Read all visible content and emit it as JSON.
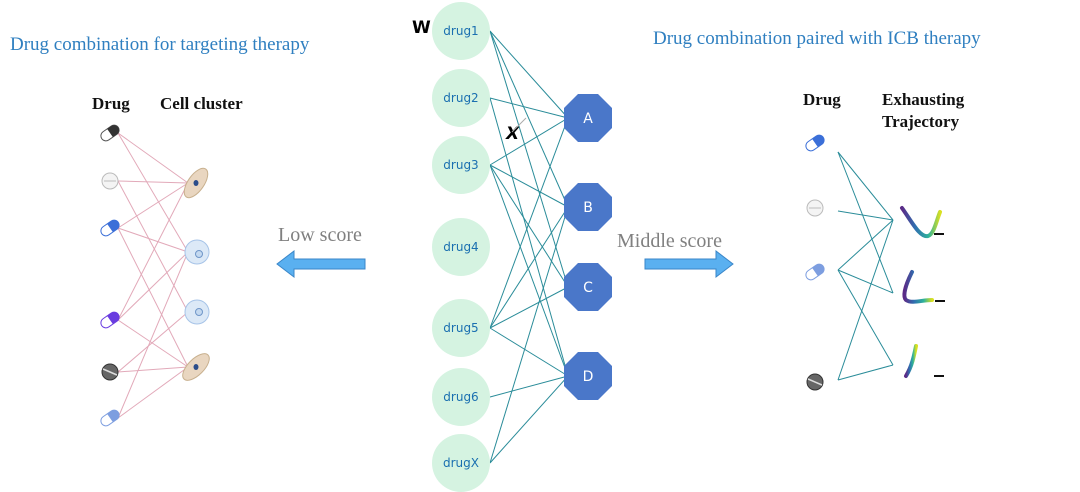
{
  "left_panel": {
    "title": "Drug combination for targeting therapy",
    "col_drug": "Drug",
    "col_cluster": "Cell cluster"
  },
  "right_panel": {
    "title": "Drug combination paired with ICB therapy",
    "col_drug": "Drug",
    "col_trajectory_line1": "Exhausting",
    "col_trajectory_line2": "Trajectory"
  },
  "center": {
    "w_label": "W",
    "x_label": "X",
    "drugs": [
      "drug1",
      "drug2",
      "drug3",
      "drug4",
      "drug5",
      "drug6",
      "drugX"
    ],
    "targets": [
      "A",
      "B",
      "C",
      "D"
    ]
  },
  "arrows": {
    "low": "Low score",
    "middle": "Middle score"
  },
  "colors": {
    "title": "#2f7fc0",
    "drug_node": "#d5f3e1",
    "target_node": "#4a77c9",
    "edge_teal": "#2a8c99",
    "edge_pink": "#e2a9b9",
    "arrow": "#5ab0f0"
  }
}
